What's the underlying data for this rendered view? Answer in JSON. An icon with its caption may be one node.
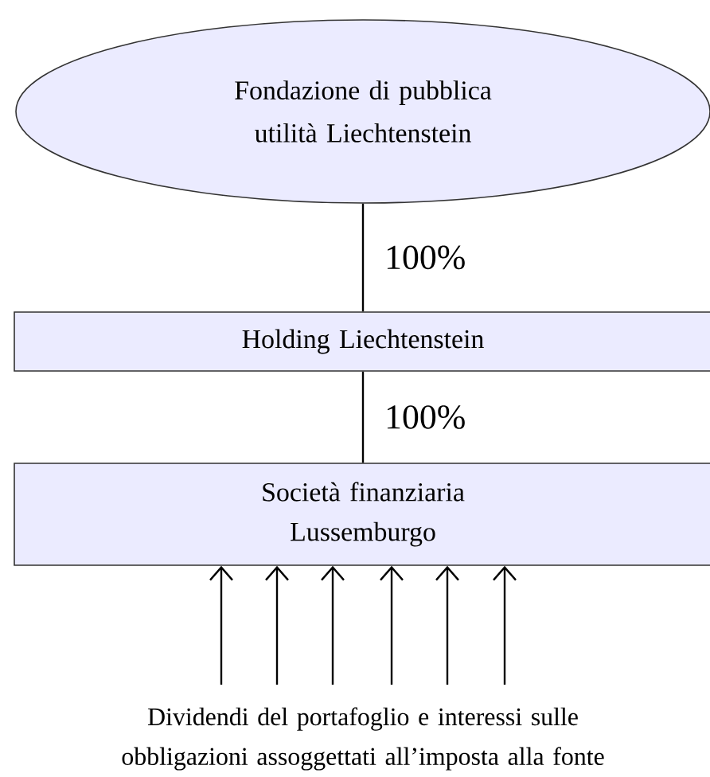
{
  "diagram": {
    "nodes": [
      {
        "text": [
          "Fondazione di pubblica utilità Liechtenstein"
        ]
      },
      {
        "text": [
          "Holding Liechtenstein"
        ]
      },
      {
        "text": [
          "Società finanziaria Lussemburgo"
        ]
      },
      {
        "text": [
          "Dividendi del portafoglio e interessi sulle obbligazioni assoggettati all’imposta alla fonte"
        ]
      }
    ],
    "edges": [
      {
        "from": 0,
        "to": 1,
        "arrow": "none",
        "label": "100%"
      },
      {
        "from": 1,
        "to": 2,
        "arrow": "none",
        "label": "100%"
      },
      {
        "from": 3,
        "to": 2,
        "arrow": "to"
      },
      {
        "from": 3,
        "to": 2,
        "arrow": "to"
      },
      {
        "from": 3,
        "to": 2,
        "arrow": "to"
      },
      {
        "from": 3,
        "to": 2,
        "arrow": "to"
      },
      {
        "from": 3,
        "to": 2,
        "arrow": "to"
      },
      {
        "from": 3,
        "to": 2,
        "arrow": "to"
      }
    ]
  }
}
